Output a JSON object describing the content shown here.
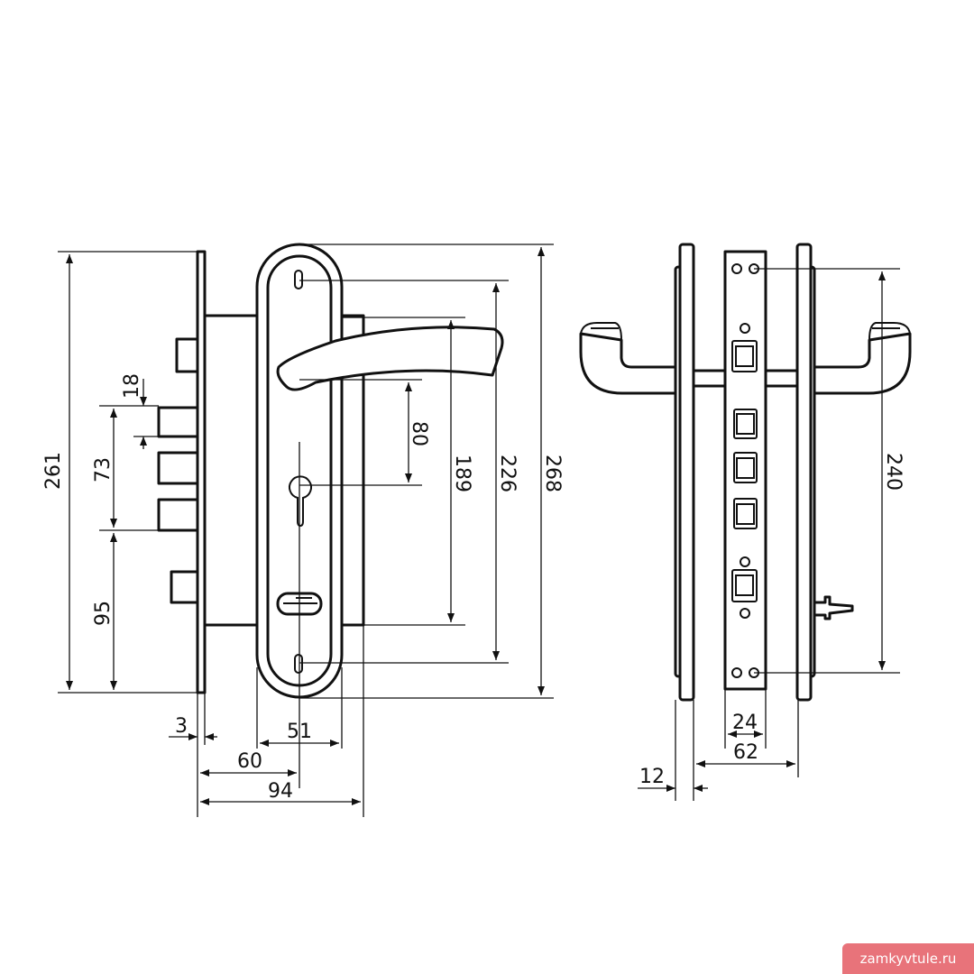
{
  "dimensions": {
    "height_261": "261",
    "spacing_18": "18",
    "spacing_73": "73",
    "spacing_95": "95",
    "distance_80": "80",
    "distance_189": "189",
    "distance_226": "226",
    "height_268": "268",
    "thickness_3": "3",
    "width_51": "51",
    "backset_60": "60",
    "width_94": "94",
    "distance_240": "240",
    "width_24": "24",
    "width_62": "62",
    "thickness_12": "12"
  },
  "watermark": "zamkyvtule.ru"
}
